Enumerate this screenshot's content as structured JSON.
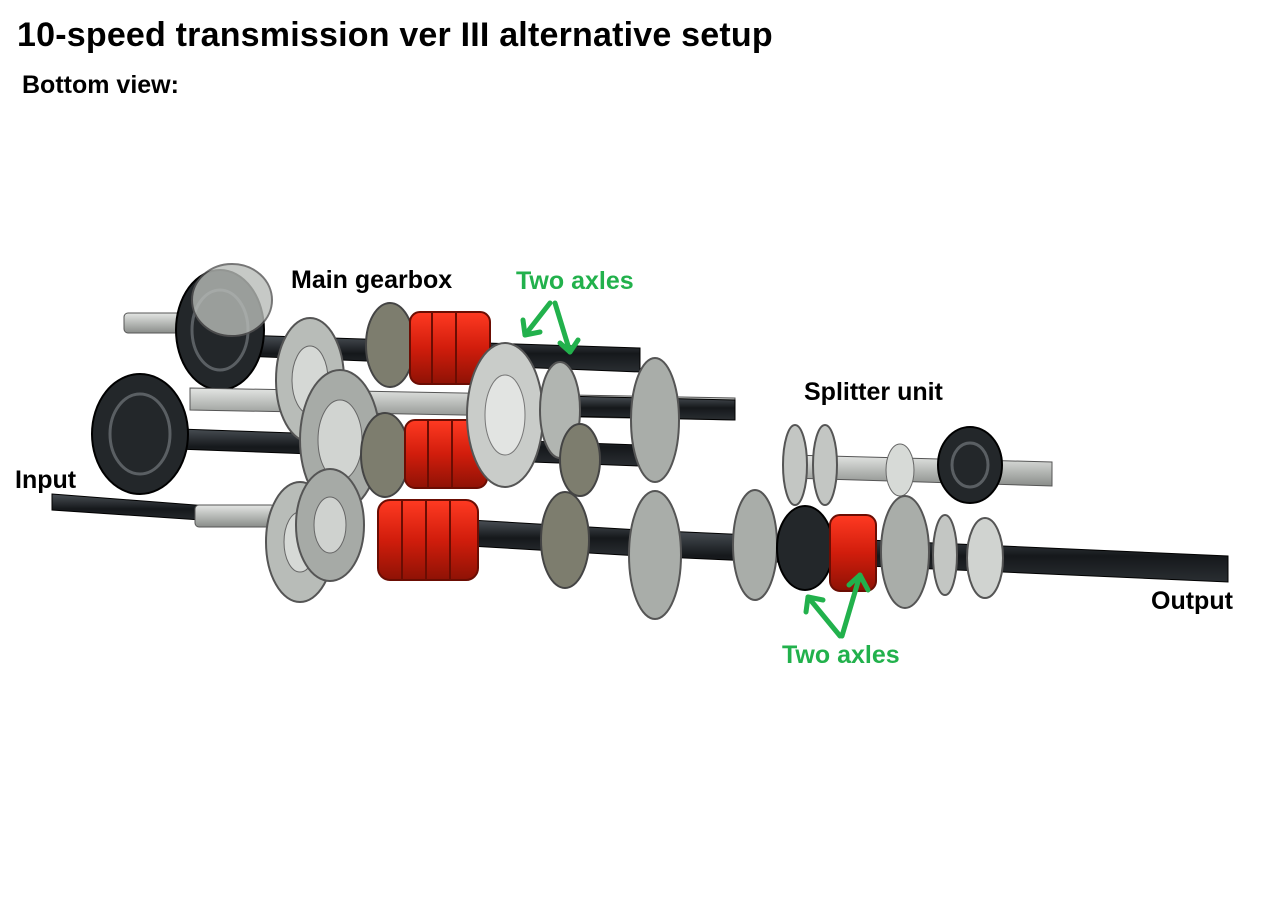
{
  "title": "10-speed transmission ver III alternative setup",
  "subtitle": "Bottom view:",
  "labels": {
    "main_gearbox": "Main gearbox",
    "two_axles_top": "Two axles",
    "splitter_unit": "Splitter unit",
    "input": "Input",
    "output": "Output",
    "two_axles_bottom": "Two axles"
  },
  "colors": {
    "axle": "#1c2024",
    "gear_light": "#b8bcb8",
    "gear_dark": "#7d7d6e",
    "gear_black": "#222628",
    "clutch_red": "#d11d0c",
    "annotation_green": "#22b14c"
  }
}
